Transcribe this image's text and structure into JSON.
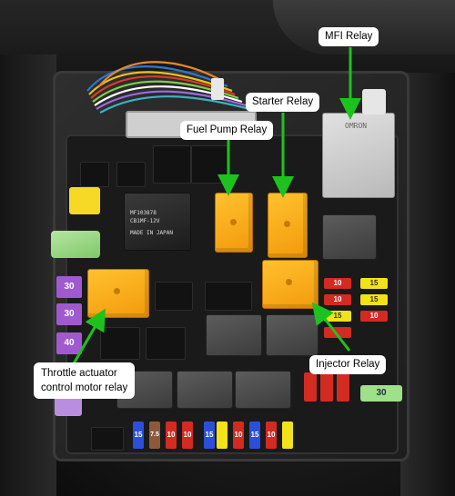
{
  "photo": {
    "subject": "Engine bay fuse and relay box",
    "colors": {
      "orange_relay": "#f5a623",
      "arrow": "#1ec21e",
      "mfi_relay": "#cfcfcf"
    }
  },
  "callouts": {
    "mfi_relay": "MFI Relay",
    "starter_relay": "Starter Relay",
    "fuel_pump_relay": "Fuel Pump Relay",
    "injector_relay": "Injector Relay",
    "throttle_relay_line1": "Throttle actuator",
    "throttle_relay_line2": "control motor relay"
  },
  "box_markings": {
    "mfi_brand": "OMRON",
    "black_relay_line1": "MF103878",
    "black_relay_line2": "CB1MF-12V",
    "black_relay_line3": "MADE IN JAPAN"
  },
  "maxi_fuses": [
    "30",
    "30",
    "40"
  ],
  "right_fuses": [
    "10",
    "10",
    "10",
    "15",
    "15",
    "15"
  ],
  "bottom_fuses": [
    "15",
    "7.5",
    "10",
    "10",
    "15",
    "10",
    "15",
    "10"
  ],
  "corner_fuse": "30"
}
